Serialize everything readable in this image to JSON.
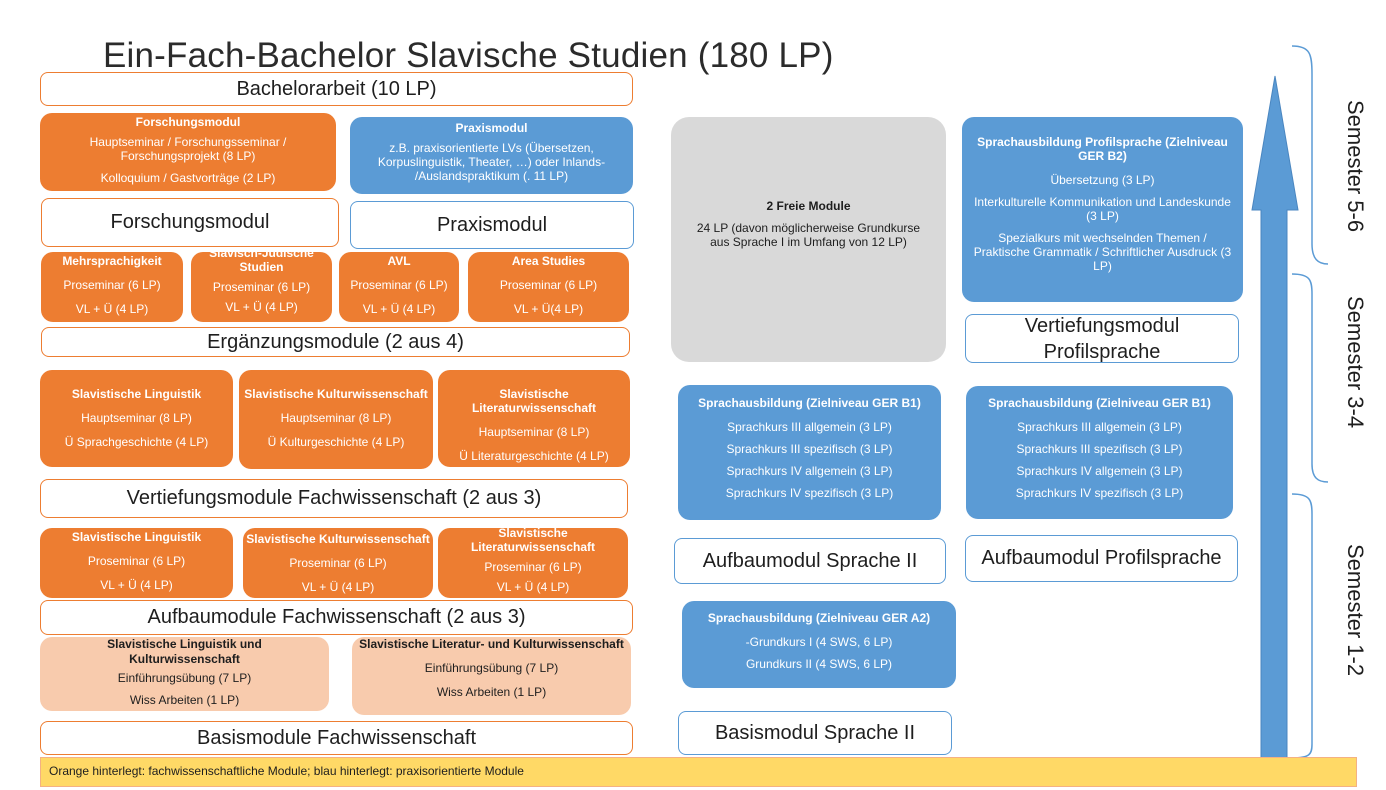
{
  "title": "Ein-Fach-Bachelor Slavische Studien (180 LP)",
  "bachelorarbeit": "Bachelorarbeit (10 LP)",
  "forschungsmodul_box": {
    "heading": "Forschungsmodul",
    "line1": "Hauptseminar / Forschungsseminar /",
    "line2": "Forschungsprojekt (8 LP)",
    "line3": "Kolloquium / Gastvorträge (2 LP)"
  },
  "forschungsmodul_label": "Forschungsmodul",
  "praxismodul_box": {
    "heading": "Praxismodul",
    "line1": "z.B. praxisorientierte LVs (Übersetzen,",
    "line2": "Korpuslinguistik, Theater, …) oder Inlands-",
    "line3": "/Auslandspraktikum (. 11 LP)"
  },
  "praxismodul_label": "Praxismodul",
  "ergaenzung_boxes": [
    {
      "heading": "Mehrsprachigkeit",
      "line1": "Proseminar (6 LP)",
      "line2": "VL + Ü (4 LP)"
    },
    {
      "heading": "Slavisch-Jüdische Studien",
      "line1": "Proseminar (6 LP)",
      "line2": "VL + Ü (4 LP)"
    },
    {
      "heading": "AVL",
      "line1": "Proseminar (6 LP)",
      "line2": "VL + Ü (4 LP)"
    },
    {
      "heading": "Area Studies",
      "line1": "Proseminar (6 LP)",
      "line2": "VL + Ü(4 LP)"
    }
  ],
  "ergaenzung_label": "Ergänzungsmodule (2 aus 4)",
  "vertiefung_boxes": [
    {
      "heading": "Slavistische Linguistik",
      "line1": "Hauptseminar (8 LP)",
      "line2": "Ü Sprachgeschichte (4 LP)"
    },
    {
      "heading": "Slavistische Kulturwissenschaft",
      "line1": "Hauptseminar (8 LP)",
      "line2": "Ü Kulturgeschichte (4 LP)"
    },
    {
      "heading": "Slavistische Literaturwissenschaft",
      "line1": "Hauptseminar (8 LP)",
      "line2": "Ü Literaturgeschichte (4 LP)"
    }
  ],
  "vertiefung_label": "Vertiefungsmodule Fachwissenschaft (2 aus 3)",
  "aufbau_boxes": [
    {
      "heading": "Slavistische Linguistik",
      "line1": "Proseminar (6 LP)",
      "line2": "VL + Ü (4 LP)"
    },
    {
      "heading": "Slavistische Kulturwissenschaft",
      "line1": "Proseminar (6 LP)",
      "line2": "VL + Ü (4 LP)"
    },
    {
      "heading": "Slavistische Literaturwissenschaft",
      "line1": "Proseminar (6 LP)",
      "line2": "VL + Ü (4 LP)"
    }
  ],
  "aufbau_label": "Aufbaumodule Fachwissenschaft (2 aus 3)",
  "basis_boxes": [
    {
      "heading": "Slavistische Linguistik und Kulturwissenschaft",
      "line1": "Einführungsübung (7 LP)",
      "line2": "Wiss Arbeiten (1 LP)"
    },
    {
      "heading": "Slavistische Literatur- und Kulturwissenschaft",
      "line1": "Einführungsübung (7 LP)",
      "line2": "Wiss Arbeiten (1 LP)"
    }
  ],
  "basis_label": "Basismodule Fachwissenschaft",
  "freie_module": {
    "heading": "2 Freie Module",
    "line1": "24 LP (davon möglicherweise Grundkurse",
    "line2": "aus Sprache I im Umfang von 12 LP)"
  },
  "profilsprache_box": {
    "heading": "Sprachausbildung Profilsprache (Zielniveau GER B2)",
    "line1": "Übersetzung (3 LP)",
    "line2": "Interkulturelle Kommunikation und Landeskunde (3 LP)",
    "line3": "Spezialkurs mit wechselnden Themen / Praktische Grammatik / Schriftlicher Ausdruck (3 LP)"
  },
  "vertiefung_profil_label": "Vertiefungsmodul Profilsprache",
  "b1_boxes": [
    {
      "heading": "Sprachausbildung (Zielniveau GER B1)",
      "items": [
        "Sprachkurs III allgemein (3 LP)",
        "Sprachkurs III spezifisch (3 LP)",
        "Sprachkurs IV allgemein (3 LP)",
        "Sprachkurs IV spezifisch (3 LP)"
      ]
    },
    {
      "heading": "Sprachausbildung (Zielniveau GER B1)",
      "items": [
        "Sprachkurs III allgemein (3 LP)",
        "Sprachkurs III spezifisch (3 LP)",
        "Sprachkurs IV allgemein (3 LP)",
        "Sprachkurs IV spezifisch (3 LP)"
      ]
    }
  ],
  "aufbau_sprache2_label": "Aufbaumodul Sprache II",
  "aufbau_profil_label": "Aufbaumodul Profilsprache",
  "a2_box": {
    "heading": "Sprachausbildung (Zielniveau GER A2)",
    "line1": "-Grundkurs I (4 SWS, 6 LP)",
    "line2": "Grundkurs II (4 SWS, 6 LP)"
  },
  "basis_sprache2_label": "Basismodul Sprache II",
  "semesters": [
    "Semester 5-6",
    "Semester 3-4",
    "Semester 1-2"
  ],
  "legend": "Orange hinterlegt: fachwissenschaftliche Module; blau hinterlegt: praxisorientierte Module",
  "colors": {
    "orange": "#ed7d31",
    "blue": "#5b9bd5",
    "light_orange": "#f8cbad",
    "grey": "#d9d9d9",
    "legend": "#ffd966"
  }
}
